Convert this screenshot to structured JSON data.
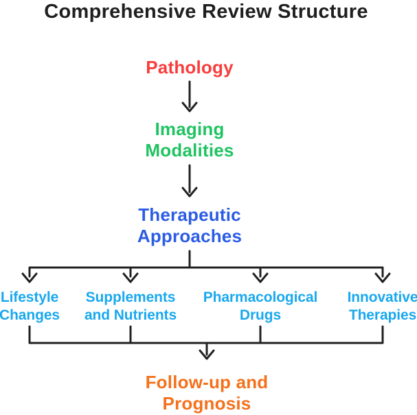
{
  "title": "Comprehensive Review Structure",
  "colors": {
    "title": "#1f1f1f",
    "line": "#212121",
    "pathology": "#f93c3c",
    "imaging": "#1fc361",
    "therapeutic": "#2b5ce5",
    "branch": "#19a8ef",
    "followup": "#f4711c"
  },
  "flow": {
    "pathology": {
      "label": "Pathology"
    },
    "imaging_modalities": {
      "line1": "Imaging",
      "line2": "Modalities"
    },
    "therapeutic_approaches": {
      "line1": "Therapeutic",
      "line2": "Approaches"
    },
    "branches": [
      {
        "line1": "Lifestyle",
        "line2": "Changes"
      },
      {
        "line1": "Supplements",
        "line2": "and Nutrients"
      },
      {
        "line1": "Pharmacological",
        "line2": "Drugs"
      },
      {
        "line1": "Innovative",
        "line2": "Therapies"
      }
    ],
    "followup": {
      "line1": "Follow-up and",
      "line2": "Prognosis"
    }
  }
}
